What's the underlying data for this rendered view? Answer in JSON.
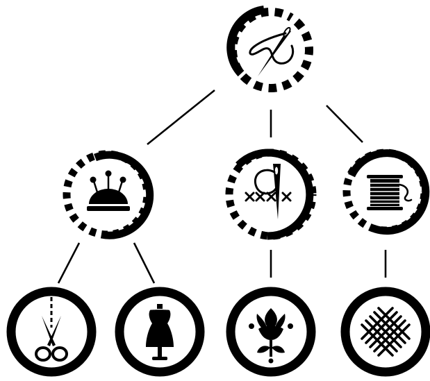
{
  "colors": {
    "ink": "#000000",
    "background": "#ffffff"
  },
  "nodes": [
    {
      "id": "root",
      "icon": "needle-thread-icon",
      "ring": "dashed"
    },
    {
      "id": "pincushion",
      "icon": "pincushion-icon",
      "ring": "partial-dashed"
    },
    {
      "id": "cross-stitch",
      "icon": "cross-stitch-needle-icon",
      "ring": "partial-dashed"
    },
    {
      "id": "thread-spool",
      "icon": "thread-spool-icon",
      "ring": "partial-dashed"
    },
    {
      "id": "cutting",
      "icon": "scissors-cut-line-icon",
      "ring": "solid"
    },
    {
      "id": "tailoring",
      "icon": "dress-form-icon",
      "ring": "solid"
    },
    {
      "id": "embroidery",
      "icon": "floral-embroidery-icon",
      "ring": "solid"
    },
    {
      "id": "mesh",
      "icon": "mesh-canvas-icon",
      "ring": "solid"
    }
  ],
  "edges": [
    [
      "root",
      "pincushion"
    ],
    [
      "root",
      "cross-stitch"
    ],
    [
      "root",
      "thread-spool"
    ],
    [
      "pincushion",
      "cutting"
    ],
    [
      "pincushion",
      "tailoring"
    ],
    [
      "cross-stitch",
      "embroidery"
    ],
    [
      "thread-spool",
      "mesh"
    ]
  ]
}
